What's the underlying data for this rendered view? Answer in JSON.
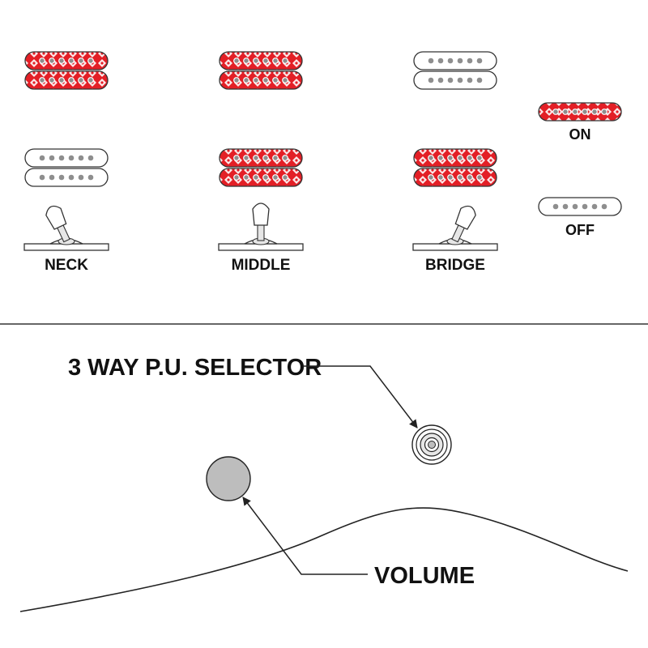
{
  "positions": [
    {
      "label": "NECK",
      "top_on": true,
      "bottom_on": false,
      "lever": "left"
    },
    {
      "label": "MIDDLE",
      "top_on": true,
      "bottom_on": true,
      "lever": "center"
    },
    {
      "label": "BRIDGE",
      "top_on": false,
      "bottom_on": true,
      "lever": "right"
    }
  ],
  "legend": {
    "on_label": "ON",
    "off_label": "OFF"
  },
  "callouts": {
    "selector_label": "3 WAY P.U. SELECTOR",
    "volume_label": "VOLUME"
  },
  "colors": {
    "active": "#e31f26",
    "inactive": "#ffffff",
    "outline": "#333333",
    "pole": "#8e8e8e",
    "knob": "#bdbdbd",
    "text": "#111111"
  }
}
